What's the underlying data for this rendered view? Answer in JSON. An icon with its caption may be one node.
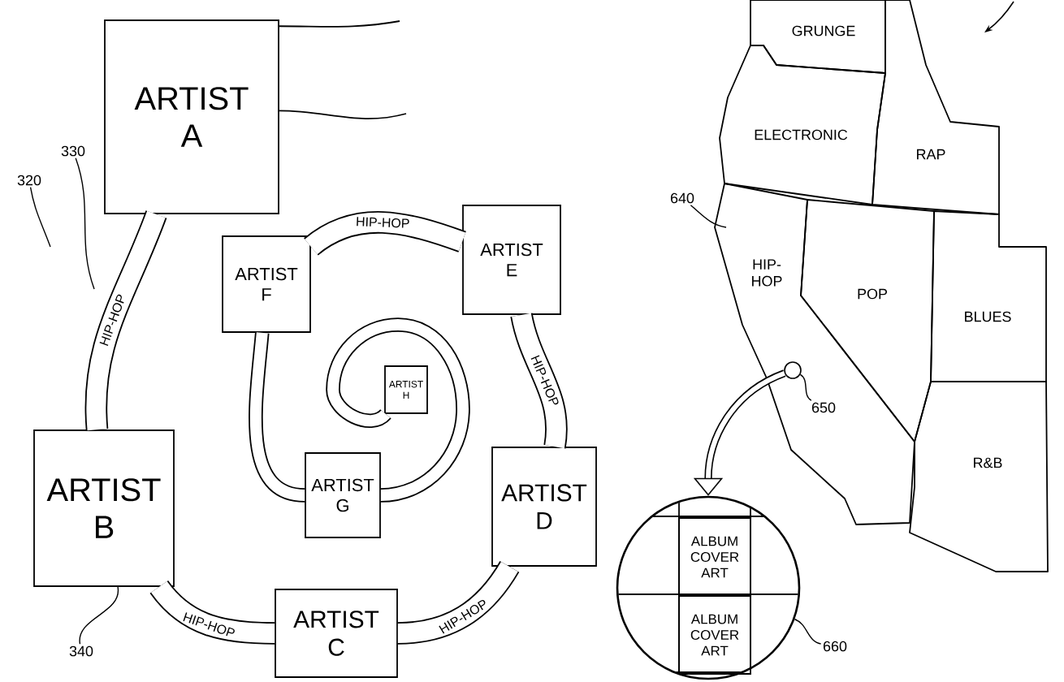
{
  "diagram": {
    "nodes": [
      {
        "text": [
          "ARTIST A"
        ]
      },
      {
        "text": [
          "ARTIST B"
        ]
      },
      {
        "text": [
          "ARTIST C"
        ]
      },
      {
        "text": [
          "ARTIST D"
        ]
      },
      {
        "text": [
          "ARTIST E"
        ]
      },
      {
        "text": [
          "ARTIST F"
        ]
      },
      {
        "text": [
          "ARTIST G"
        ]
      },
      {
        "text": [
          "ARTIST H"
        ]
      },
      {
        "text": [
          "330"
        ]
      },
      {
        "text": [
          "320"
        ]
      },
      {
        "text": [
          "340"
        ]
      },
      {
        "text": [
          "GRUNGE"
        ]
      },
      {
        "text": [
          "ELECTRONIC"
        ]
      },
      {
        "text": [
          "RAP"
        ]
      },
      {
        "text": [
          "HIP-HOP"
        ]
      },
      {
        "text": [
          "POP"
        ]
      },
      {
        "text": [
          "BLUES"
        ]
      },
      {
        "text": [
          "R&B"
        ]
      },
      {
        "text": [
          "640"
        ]
      },
      {
        "text": [],
        "shape": "circle",
        "in": 14
      },
      {
        "text": [
          "650"
        ],
        "in": 14
      },
      {
        "text": [],
        "shape": "circle"
      },
      {
        "text": [
          "ALBUM COVER ART"
        ],
        "in": 21
      },
      {
        "text": [
          "ALBUM COVER ART"
        ],
        "in": 21
      },
      {
        "text": [
          "660"
        ]
      }
    ],
    "edges": [
      {
        "from": 0,
        "to": 1,
        "arrow": "none",
        "label": "HIP-HOP",
        "style": "thick"
      },
      {
        "from": 1,
        "to": 2,
        "arrow": "none",
        "label": "HIP-HOP",
        "style": "thick"
      },
      {
        "from": 2,
        "to": 3,
        "arrow": "none",
        "label": "HIP-HOP",
        "style": "thick"
      },
      {
        "from": 3,
        "to": 4,
        "arrow": "none",
        "label": "HIP-HOP",
        "style": "thick"
      },
      {
        "from": 4,
        "to": 5,
        "arrow": "none",
        "label": "HIP-HOP",
        "style": "thick"
      },
      {
        "from": 5,
        "to": 6,
        "arrow": "none",
        "style": "thick"
      },
      {
        "from": 6,
        "to": 7,
        "arrow": "none",
        "style": "thick"
      },
      {
        "from": 0,
        "to": null,
        "arrow": "none"
      },
      {
        "from": 8,
        "to": null,
        "arrow": "none"
      },
      {
        "from": 9,
        "to": null,
        "arrow": "none"
      },
      {
        "from": 10,
        "to": 1,
        "arrow": "none"
      },
      {
        "from": 18,
        "to": 14,
        "arrow": "none"
      },
      {
        "from": 20,
        "to": 19,
        "arrow": "none"
      },
      {
        "from": 19,
        "to": 21,
        "arrow": "to",
        "style": "thick"
      },
      {
        "from": 24,
        "to": 21,
        "arrow": "none"
      },
      {
        "from": 0,
        "to": null,
        "arrow": "none"
      }
    ]
  }
}
